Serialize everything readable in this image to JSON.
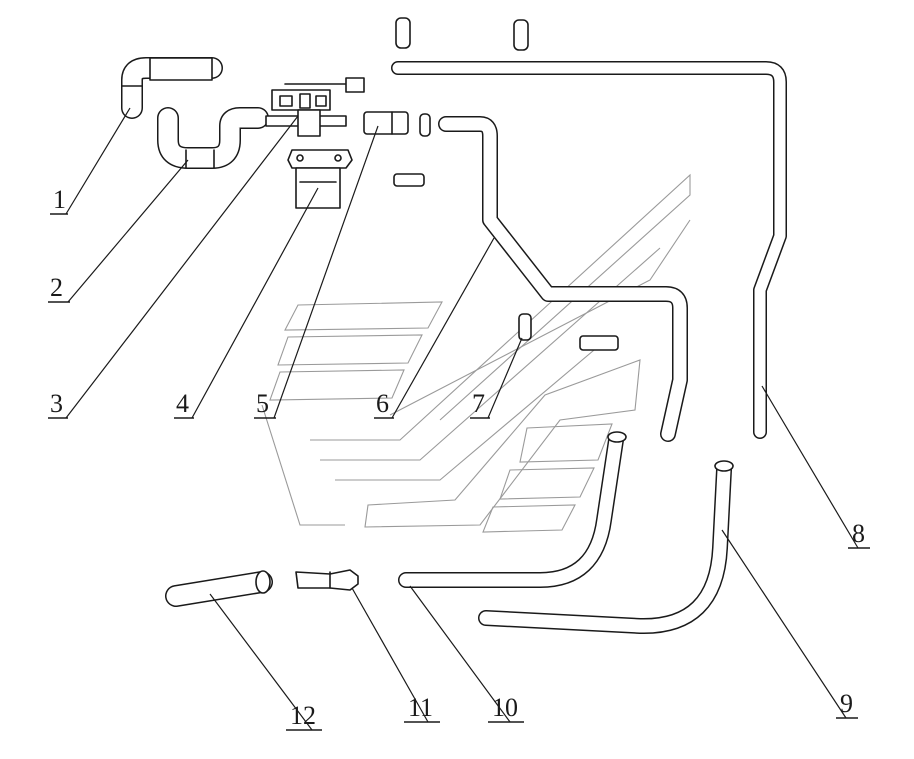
{
  "callouts": [
    {
      "id": "1",
      "label": "1"
    },
    {
      "id": "2",
      "label": "2"
    },
    {
      "id": "3",
      "label": "3"
    },
    {
      "id": "4",
      "label": "4"
    },
    {
      "id": "5",
      "label": "5"
    },
    {
      "id": "6",
      "label": "6"
    },
    {
      "id": "7",
      "label": "7"
    },
    {
      "id": "8",
      "label": "8"
    },
    {
      "id": "9",
      "label": "9"
    },
    {
      "id": "10",
      "label": "10"
    },
    {
      "id": "11",
      "label": "11"
    },
    {
      "id": "12",
      "label": "12"
    }
  ],
  "colors": {
    "line": "#1a1a1a",
    "ghost": "#9a9a9a",
    "background": "#ffffff"
  }
}
